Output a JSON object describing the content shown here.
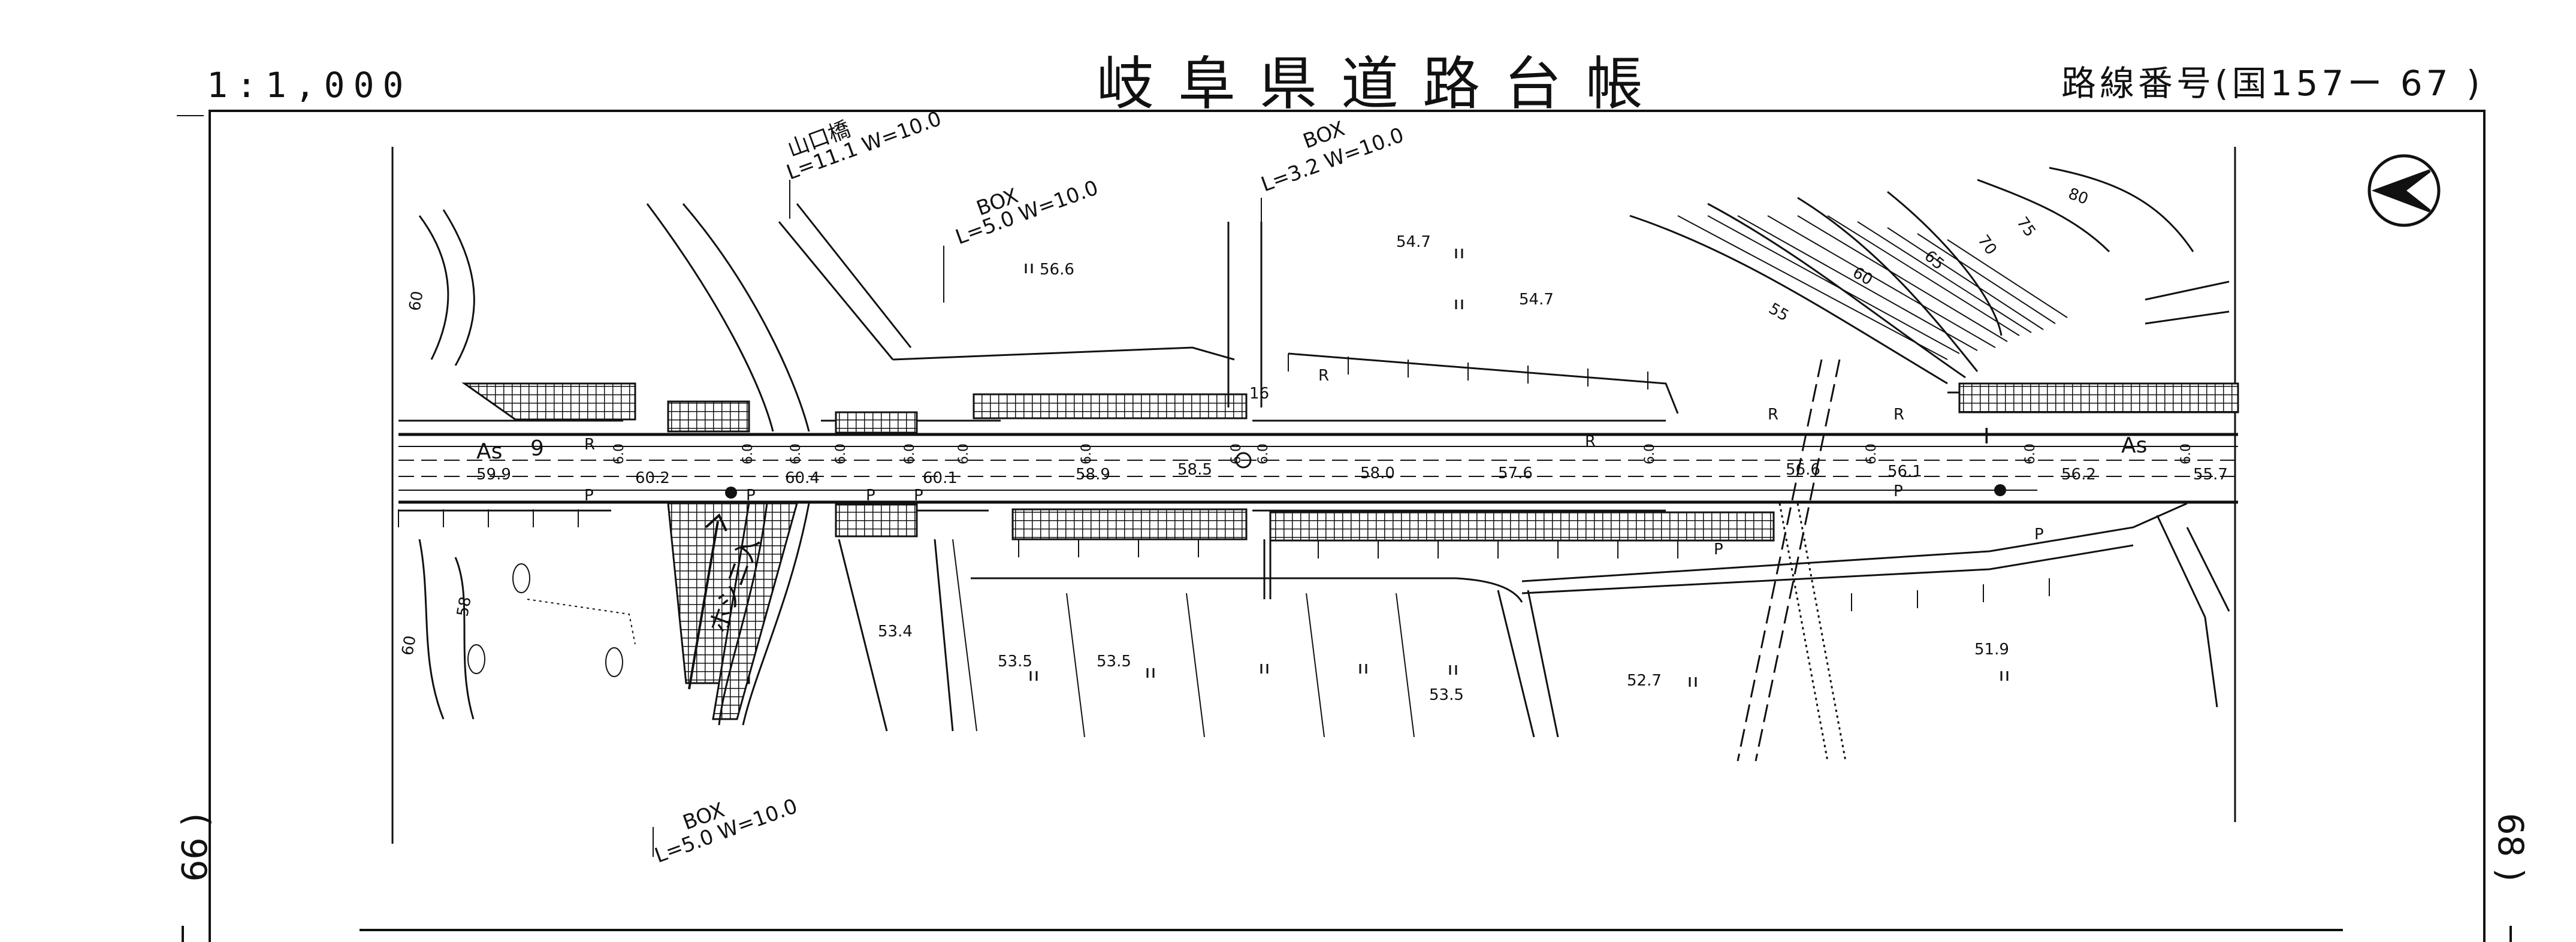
{
  "header": {
    "scale": "1:1,000",
    "title": "岐阜県道路台帳",
    "route": "路線番号(国157ー 67 )"
  },
  "sheets": {
    "previous": "66 )",
    "next": "68 )"
  },
  "structures": [
    {
      "name": "山口橋",
      "dims": "L=11.1 W=10.0"
    },
    {
      "name": "BOX",
      "dims": "L=5.0 W=10.0"
    },
    {
      "name": "BOX",
      "dims": "L=3.2 W=10.0"
    },
    {
      "name": "BOX",
      "dims": "L=5.0 W=10.0"
    }
  ],
  "road_labels": {
    "surface_left": "As",
    "surface_right": "As",
    "lane_number": "9",
    "station_mark": "I",
    "ramp": "ホシニ入"
  },
  "elevations": [
    "59.9",
    "60.2",
    "60.4",
    "60.1",
    "58.9",
    "58.5",
    "58.0",
    "57.6",
    "56.6",
    "56.1",
    "56.2",
    "55.7",
    "56.6",
    "54.7",
    "54.7",
    "53.4",
    "53.5",
    "53.5",
    "53.5",
    "52.7",
    "51.9"
  ],
  "contours": [
    "60",
    "60",
    "58",
    "55",
    "60",
    "65",
    "70",
    "75",
    "80"
  ],
  "widths": [
    "6.0",
    "6.0",
    "6.0",
    "6.0",
    "6.0",
    "6.0",
    "6.0",
    "6.0",
    "6.0",
    "6.0",
    "6.0",
    "6.0",
    "6.0"
  ],
  "codes": [
    "R",
    "R",
    "R",
    "R",
    "R",
    "P",
    "P",
    "P",
    "P",
    "P",
    "P",
    "P",
    "16"
  ],
  "colors": {
    "ink": "#111111",
    "paper": "#ffffff"
  },
  "icons": [
    "north-arrow-icon"
  ]
}
